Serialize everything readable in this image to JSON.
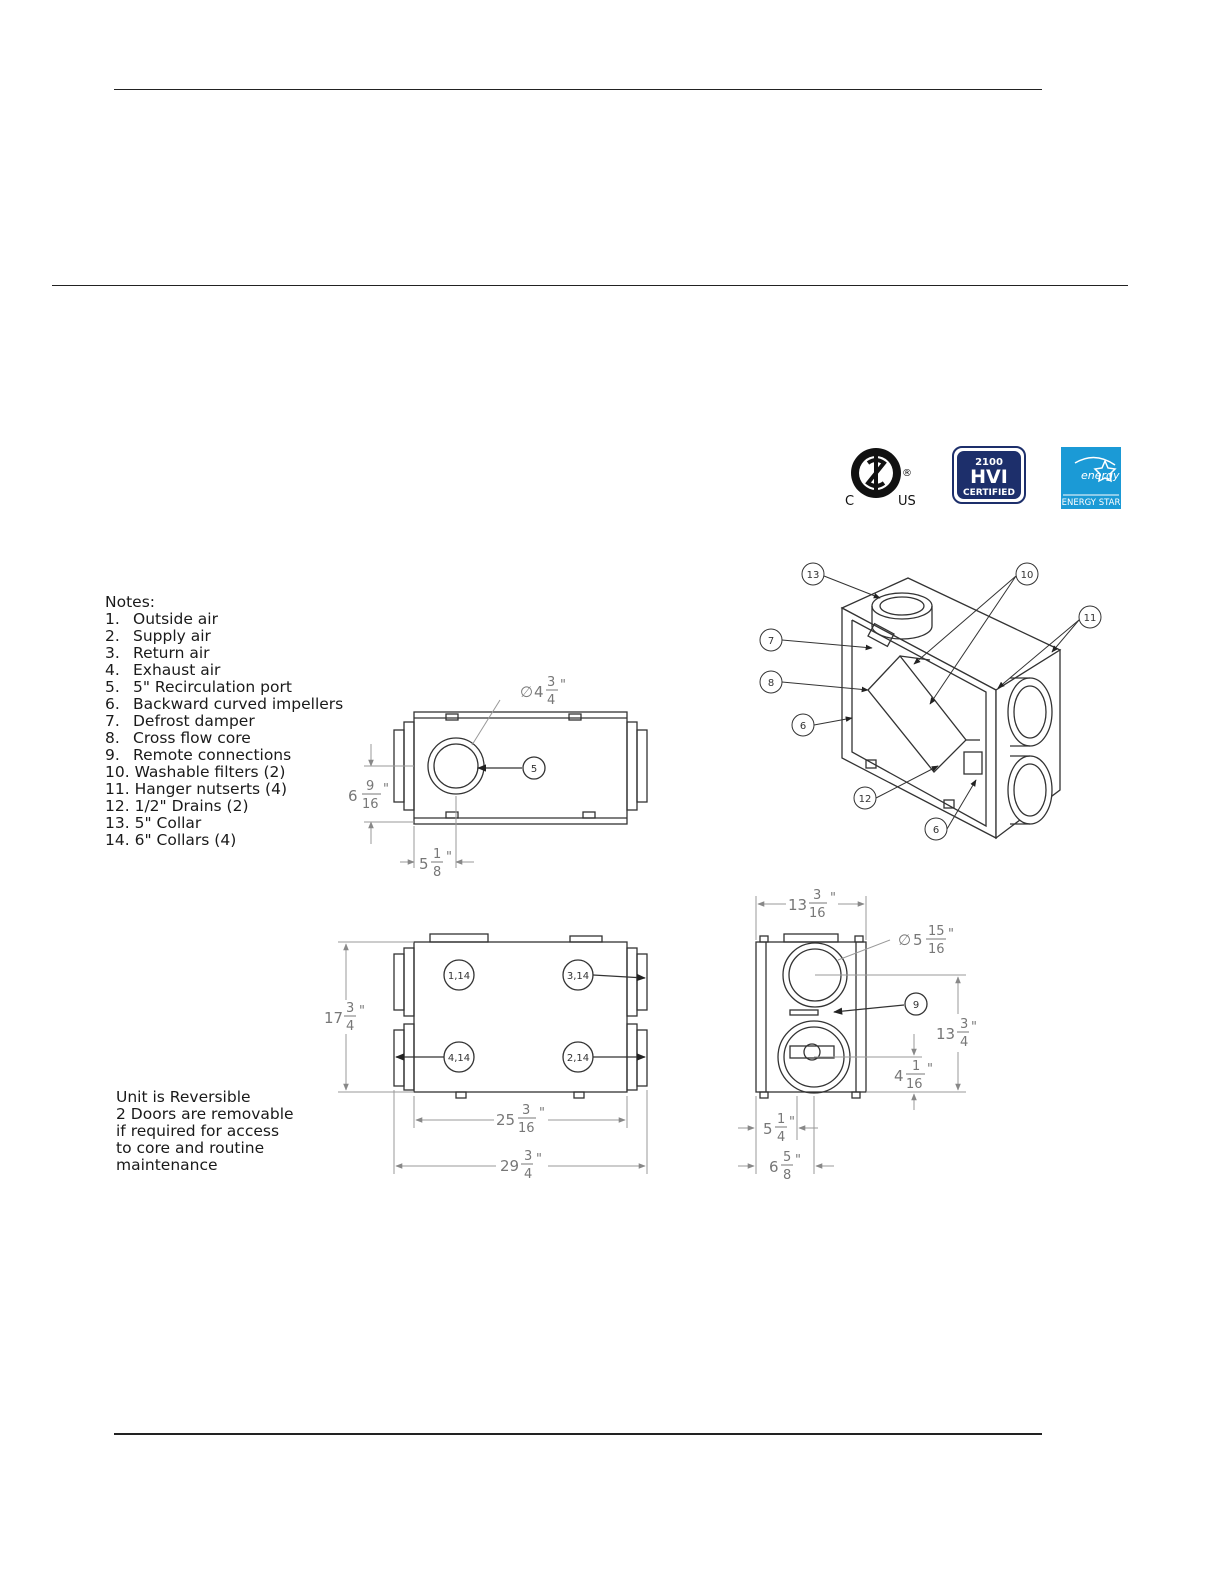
{
  "notes": {
    "heading": "Notes:",
    "items": [
      {
        "num": "1.",
        "text": "Outside air"
      },
      {
        "num": "2.",
        "text": "Supply air"
      },
      {
        "num": "3.",
        "text": "Return air"
      },
      {
        "num": "4.",
        "text": "Exhaust air"
      },
      {
        "num": "5.",
        "text": "5\" Recirculation port"
      },
      {
        "num": "6.",
        "text": "Backward curved impellers"
      },
      {
        "num": "7.",
        "text": "Defrost damper"
      },
      {
        "num": "8.",
        "text": "Cross flow core"
      },
      {
        "num": "9.",
        "text": "Remote connections"
      },
      {
        "num": "10.",
        "text": "Washable filters (2)"
      },
      {
        "num": "11.",
        "text": "Hanger nutserts (4)"
      },
      {
        "num": "12.",
        "text": "1/2\" Drains (2)"
      },
      {
        "num": "13.",
        "text": "5\" Collar"
      },
      {
        "num": "14.",
        "text": "6\" Collars (4)"
      }
    ]
  },
  "reversible_note": [
    "Unit is Reversible",
    "2 Doors are removable",
    "if required for access",
    "to core and routine",
    "maintenance"
  ],
  "certifications": {
    "csa": {
      "c": "C",
      "us": "US",
      "reg": "®"
    },
    "hvi": {
      "top": "2100",
      "name": "HVI",
      "sub": "CERTIFIED"
    },
    "energy_star": {
      "script": "energy",
      "label": "ENERGY STAR"
    }
  },
  "top_view": {
    "diameter": {
      "sym": "∅",
      "whole": "4",
      "num": "3",
      "den": "4",
      "unit": "\""
    },
    "height": {
      "whole": "6",
      "num": "9",
      "den": "16",
      "unit": "\""
    },
    "offset": {
      "whole": "5",
      "num": "1",
      "den": "8",
      "unit": "\""
    },
    "callout": "5"
  },
  "front_view": {
    "height": {
      "whole": "17",
      "num": "3",
      "den": "4",
      "unit": "\""
    },
    "inner_width": {
      "whole": "25",
      "num": "3",
      "den": "16",
      "unit": "\""
    },
    "overall_width": {
      "whole": "29",
      "num": "3",
      "den": "4",
      "unit": "\""
    },
    "callouts": [
      "1,14",
      "3,14",
      "4,14",
      "2,14"
    ]
  },
  "side_view": {
    "width": {
      "whole": "13",
      "num": "3",
      "den": "16",
      "unit": "\""
    },
    "diameter": {
      "sym": "∅",
      "whole": "5",
      "num": "15",
      "den": "16",
      "unit": "\""
    },
    "height": {
      "whole": "13",
      "num": "3",
      "den": "4",
      "unit": "\""
    },
    "low": {
      "whole": "4",
      "num": "1",
      "den": "16",
      "unit": "\""
    },
    "offset_a": {
      "whole": "5",
      "num": "1",
      "den": "4",
      "unit": "\""
    },
    "offset_b": {
      "whole": "6",
      "num": "5",
      "den": "8",
      "unit": "\""
    },
    "callout": "9"
  },
  "iso_view": {
    "callouts": [
      "13",
      "10",
      "11",
      "7",
      "8",
      "6",
      "12",
      "6"
    ]
  }
}
